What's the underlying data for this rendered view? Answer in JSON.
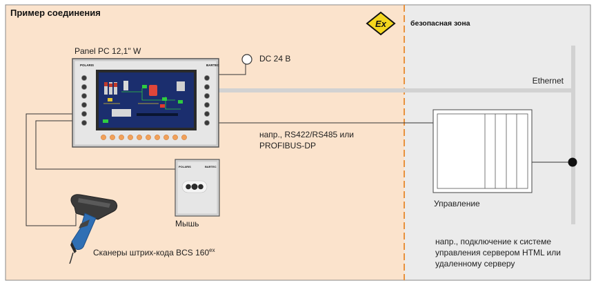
{
  "zones": {
    "hazard_title": "Пример соединения",
    "safe_title": "безопасная зона",
    "ex_mark": "Ex"
  },
  "devices": {
    "panel_pc": {
      "label": "Panel PC 12,1\" W",
      "brand": "POLARIS",
      "model": "BARTEC"
    },
    "power": {
      "label": "DC 24 B"
    },
    "mouse": {
      "label": "Мышь",
      "brand": "POLARIS",
      "model": "BARTEC"
    },
    "scanner": {
      "label": "Сканеры штрих-кода BCS 160",
      "label_sup": "ex"
    },
    "control": {
      "label": "Управление"
    }
  },
  "connections": {
    "ethernet": "Ethernet",
    "serial_line1": "напр., RS422/RS485 или",
    "serial_line2": "PROFIBUS-DP"
  },
  "notes": {
    "server_line1": "напр., подключение к системе",
    "server_line2": "управления сервером HTML или",
    "server_line3": "удаленному серверу"
  },
  "colors": {
    "hazard_zone": "#fbe3cc",
    "safe_zone": "#ebebeb",
    "zone_border": "#e8913c",
    "ex_badge": "#f4d61e",
    "ethernet_bus": "#d2d2d2",
    "screen": "#1b2e6e"
  }
}
